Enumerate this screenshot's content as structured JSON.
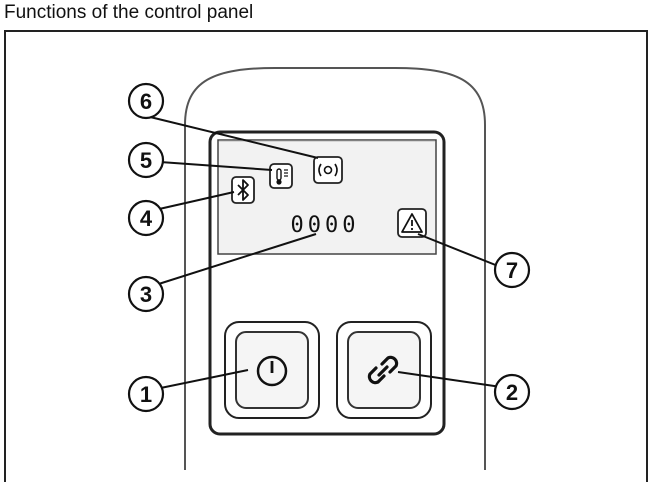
{
  "title": "Functions of the control panel",
  "display": {
    "segment_readout": "0000"
  },
  "buttons": {
    "power": {
      "icon": "power-icon"
    },
    "link": {
      "icon": "link-chain-icon"
    }
  },
  "indicators": {
    "bluetooth": {
      "icon": "bluetooth-icon"
    },
    "temperature": {
      "icon": "thermometer-icon"
    },
    "vibration": {
      "icon": "signal-waves-icon"
    },
    "warning": {
      "icon": "warning-triangle-icon"
    }
  },
  "callouts": [
    {
      "number": "1",
      "target": "power-button"
    },
    {
      "number": "2",
      "target": "link-button"
    },
    {
      "number": "3",
      "target": "segment-display"
    },
    {
      "number": "4",
      "target": "bluetooth-indicator"
    },
    {
      "number": "5",
      "target": "temperature-indicator"
    },
    {
      "number": "6",
      "target": "vibration-indicator"
    },
    {
      "number": "7",
      "target": "warning-indicator"
    }
  ]
}
